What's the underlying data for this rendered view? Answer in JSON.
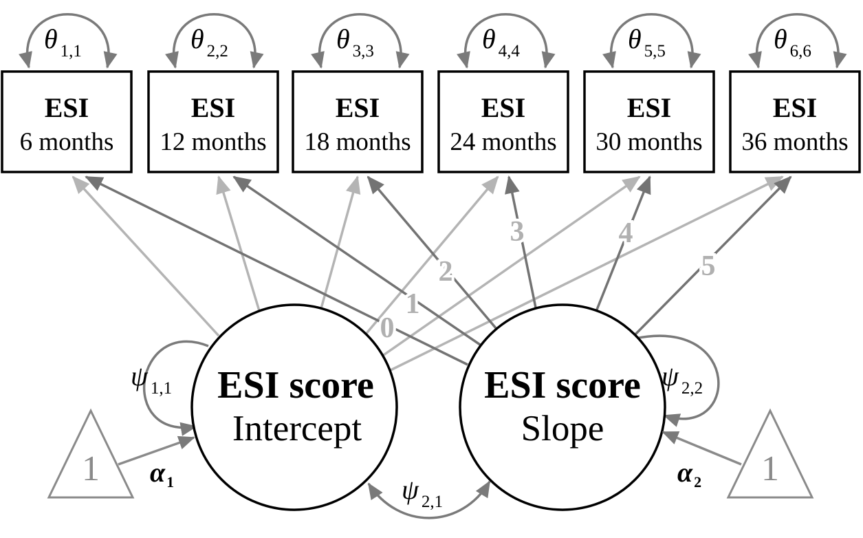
{
  "indicators": [
    {
      "title": "ESI",
      "subtitle": "6 months",
      "theta_symbol": "θ",
      "theta_subscript": "1,1",
      "slope_loading": ""
    },
    {
      "title": "ESI",
      "subtitle": "12 months",
      "theta_symbol": "θ",
      "theta_subscript": "2,2",
      "slope_loading": "0"
    },
    {
      "title": "ESI",
      "subtitle": "18 months",
      "theta_symbol": "θ",
      "theta_subscript": "3,3",
      "slope_loading": "1"
    },
    {
      "title": "ESI",
      "subtitle": "24 months",
      "theta_symbol": "θ",
      "theta_subscript": "4,4",
      "slope_loading": "2"
    },
    {
      "title": "ESI",
      "subtitle": "30 months",
      "theta_symbol": "θ",
      "theta_subscript": "5,5",
      "slope_loading": "3"
    },
    {
      "title": "ESI",
      "subtitle": "36 months",
      "theta_symbol": "θ",
      "theta_subscript": "6,6",
      "slope_loading": "4"
    }
  ],
  "extra_slope_loading": "5",
  "latents": {
    "intercept": {
      "title": "ESI score",
      "subtitle": "Intercept",
      "psi_symbol": "ψ",
      "psi_subscript": "1,1"
    },
    "slope": {
      "title": "ESI score",
      "subtitle": "Slope",
      "psi_symbol": "ψ",
      "psi_subscript": "2,2"
    }
  },
  "covariance": {
    "psi_symbol": "ψ",
    "psi_subscript": "2,1"
  },
  "means": {
    "left": {
      "constant": "1",
      "alpha_symbol": "α",
      "alpha_subscript": "1"
    },
    "right": {
      "constant": "1",
      "alpha_symbol": "α",
      "alpha_subscript": "2"
    }
  },
  "colors": {
    "intercept_paths": "#b4b4b4",
    "slope_paths": "#737373",
    "loading_labels": "#b0b0b0",
    "variance_arcs": "#7a7a7a"
  }
}
